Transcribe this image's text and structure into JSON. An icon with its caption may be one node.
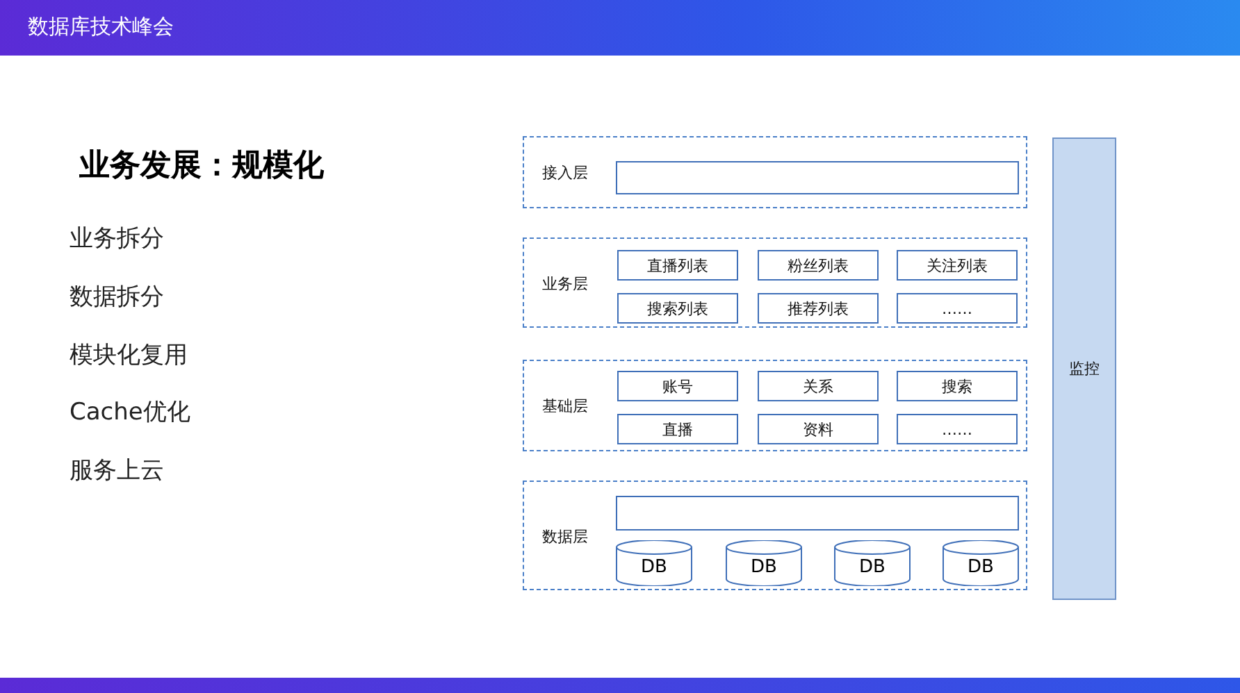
{
  "diagram": {
    "title": "业务发展：规模化",
    "nodes": [
      {
        "text": [
          "接入层"
        ]
      },
      {
        "text": [],
        "shape": "box",
        "in": 0
      },
      {
        "text": [
          "业务层"
        ]
      },
      {
        "text": [
          "直播列表"
        ],
        "in": 2
      },
      {
        "text": [
          "粉丝列表"
        ],
        "in": 2
      },
      {
        "text": [
          "关注列表"
        ],
        "in": 2
      },
      {
        "text": [
          "搜索列表"
        ],
        "in": 2
      },
      {
        "text": [
          "推荐列表"
        ],
        "in": 2
      },
      {
        "text": [
          "……"
        ],
        "in": 2
      },
      {
        "text": [
          "基础层"
        ]
      },
      {
        "text": [
          "账号"
        ],
        "in": 9
      },
      {
        "text": [
          "关系"
        ],
        "in": 9
      },
      {
        "text": [
          "搜索"
        ],
        "in": 9
      },
      {
        "text": [
          "直播"
        ],
        "in": 9
      },
      {
        "text": [
          "资料"
        ],
        "in": 9
      },
      {
        "text": [
          "……"
        ],
        "in": 9
      },
      {
        "text": [
          "数据层"
        ]
      },
      {
        "text": [],
        "shape": "box",
        "in": 16
      },
      {
        "text": [
          "DB"
        ],
        "in": 16
      },
      {
        "text": [
          "DB"
        ],
        "in": 16
      },
      {
        "text": [
          "DB"
        ],
        "in": 16
      },
      {
        "text": [
          "DB"
        ],
        "in": 16
      },
      {
        "text": [
          "监控"
        ]
      }
    ],
    "edges": [],
    "labels": [
      "数据库技术峰会",
      "业务拆分",
      "数据拆分",
      "模块化复用",
      "Cache优化",
      "服务上云"
    ]
  }
}
